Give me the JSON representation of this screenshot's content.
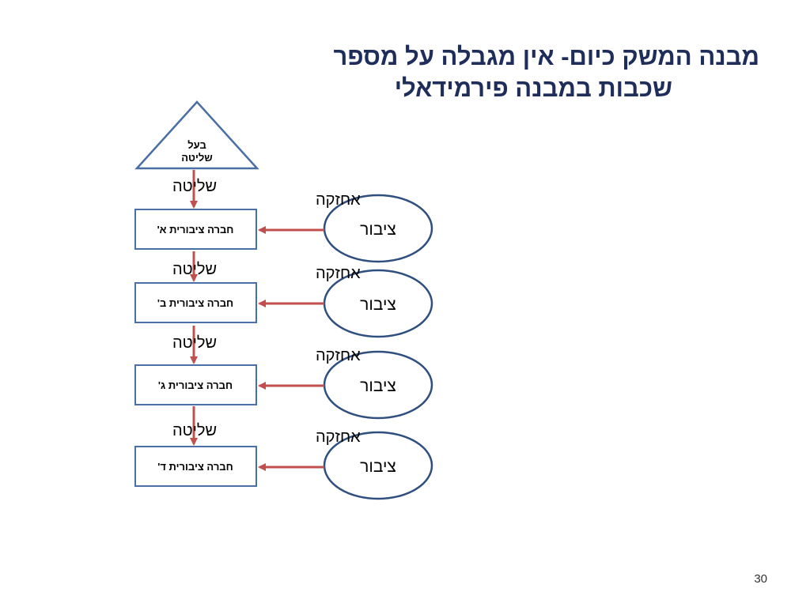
{
  "title": {
    "line1": "מבנה המשק כיום- אין מגבלה על מספר",
    "line2": "שכבות במבנה פירמידאלי"
  },
  "diagram": {
    "owner_label": [
      "בעל",
      "שליטה"
    ],
    "control_label": "שליטה",
    "holding_label": "אחזקה",
    "public_label": "ציבור",
    "companies": [
      "חברה ציבורית א'",
      "חברה ציבורית ב'",
      "חברה ציבורית ג'",
      "חברה ציבורית ד'"
    ],
    "colors": {
      "shape_stroke": "#4a6fa5",
      "arrow": "#c0504d",
      "text": "#000000"
    }
  },
  "page_number": "30"
}
